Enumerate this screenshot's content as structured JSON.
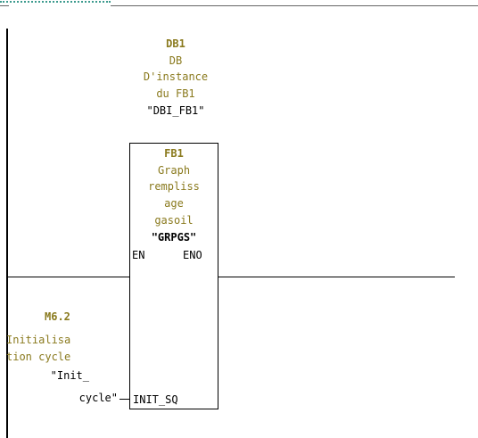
{
  "network": {
    "dotted_marker": "",
    "instance_db": {
      "address": "DB1",
      "type": "DB",
      "comment_line1": "D'instance",
      "comment_line2": "du FB1",
      "symbol": "\"DBI_FB1\""
    },
    "block": {
      "address": "FB1",
      "comment_line1": "Graph",
      "comment_line2": "rempliss",
      "comment_line3": "age",
      "comment_line4": "gasoil",
      "symbol": "\"GRPGS\"",
      "pin_en": "EN",
      "pin_eno": "ENO",
      "pin_init": "INIT_SQ"
    },
    "input_contact": {
      "address": "M6.2",
      "comment_line1": "Initialisa",
      "comment_line2": "tion cycle",
      "symbol_line1": "\"Init_",
      "symbol_line2": "cycle\""
    }
  }
}
